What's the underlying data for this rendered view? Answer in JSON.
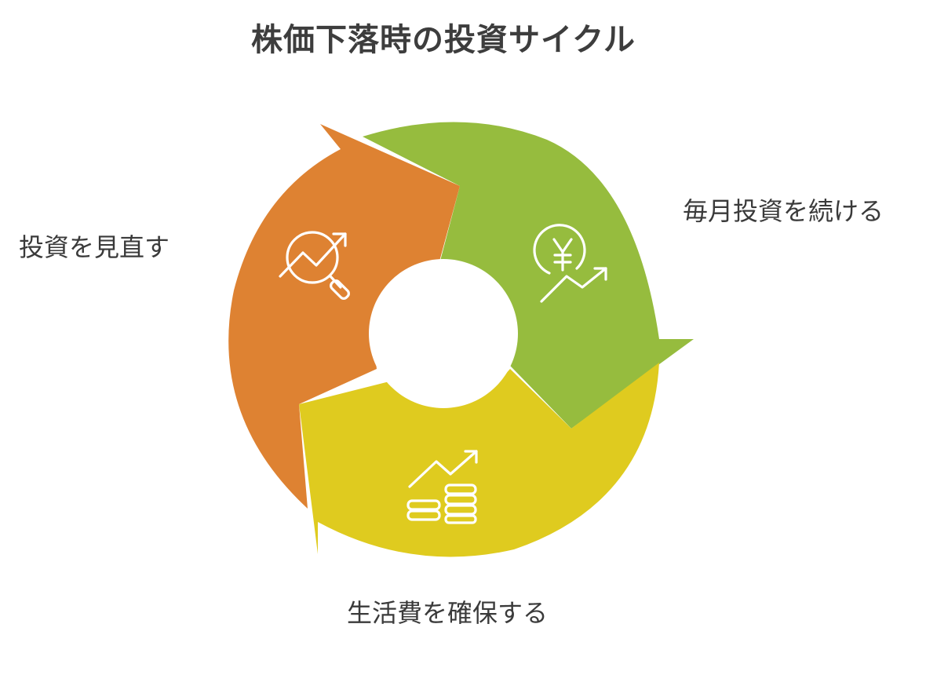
{
  "title": "株価下落時の投資サイクル",
  "steps": [
    {
      "label": "毎月投資を続ける",
      "color": "#96bc3e",
      "icon": "yen-growth-icon"
    },
    {
      "label": "生活費を確保する",
      "color": "#dfcb1f",
      "icon": "coins-growth-icon"
    },
    {
      "label": "投資を見直す",
      "color": "#de8232",
      "icon": "analysis-magnifier-icon"
    }
  ]
}
